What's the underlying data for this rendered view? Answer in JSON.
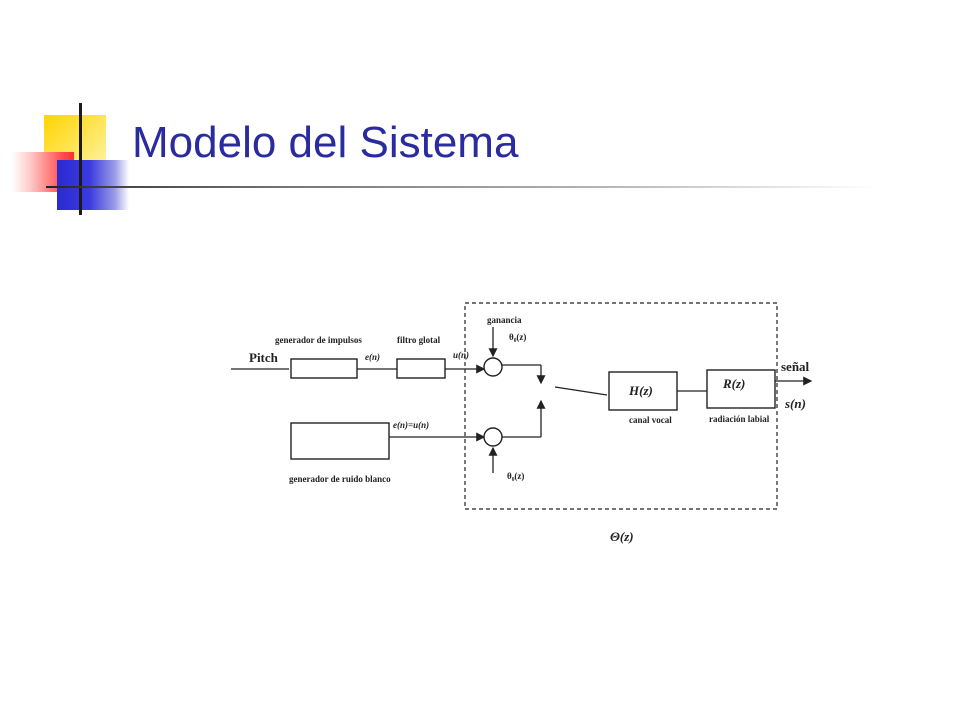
{
  "slide": {
    "title": "Modelo del Sistema"
  },
  "diagram": {
    "labels": {
      "pitch": "Pitch",
      "impulse_generator": "generador de impulsos",
      "glottal_filter": "filtro glotal",
      "signal_en": "e(n)",
      "signal_un": "u(n)",
      "gain": "ganancia",
      "theta_top": "θ₀(z)",
      "hz": "H(z)",
      "rz": "R(z)",
      "vocal_tract": "canal vocal",
      "lip_radiation": "radiación labial",
      "output_signal": "señal",
      "sn": "s(n)",
      "noise_en_un": "e(n)=u(n)",
      "white_noise_generator": "generador de ruido blanco",
      "theta_bottom": "θ₀(z)",
      "theta_total": "Θ(z)"
    }
  }
}
